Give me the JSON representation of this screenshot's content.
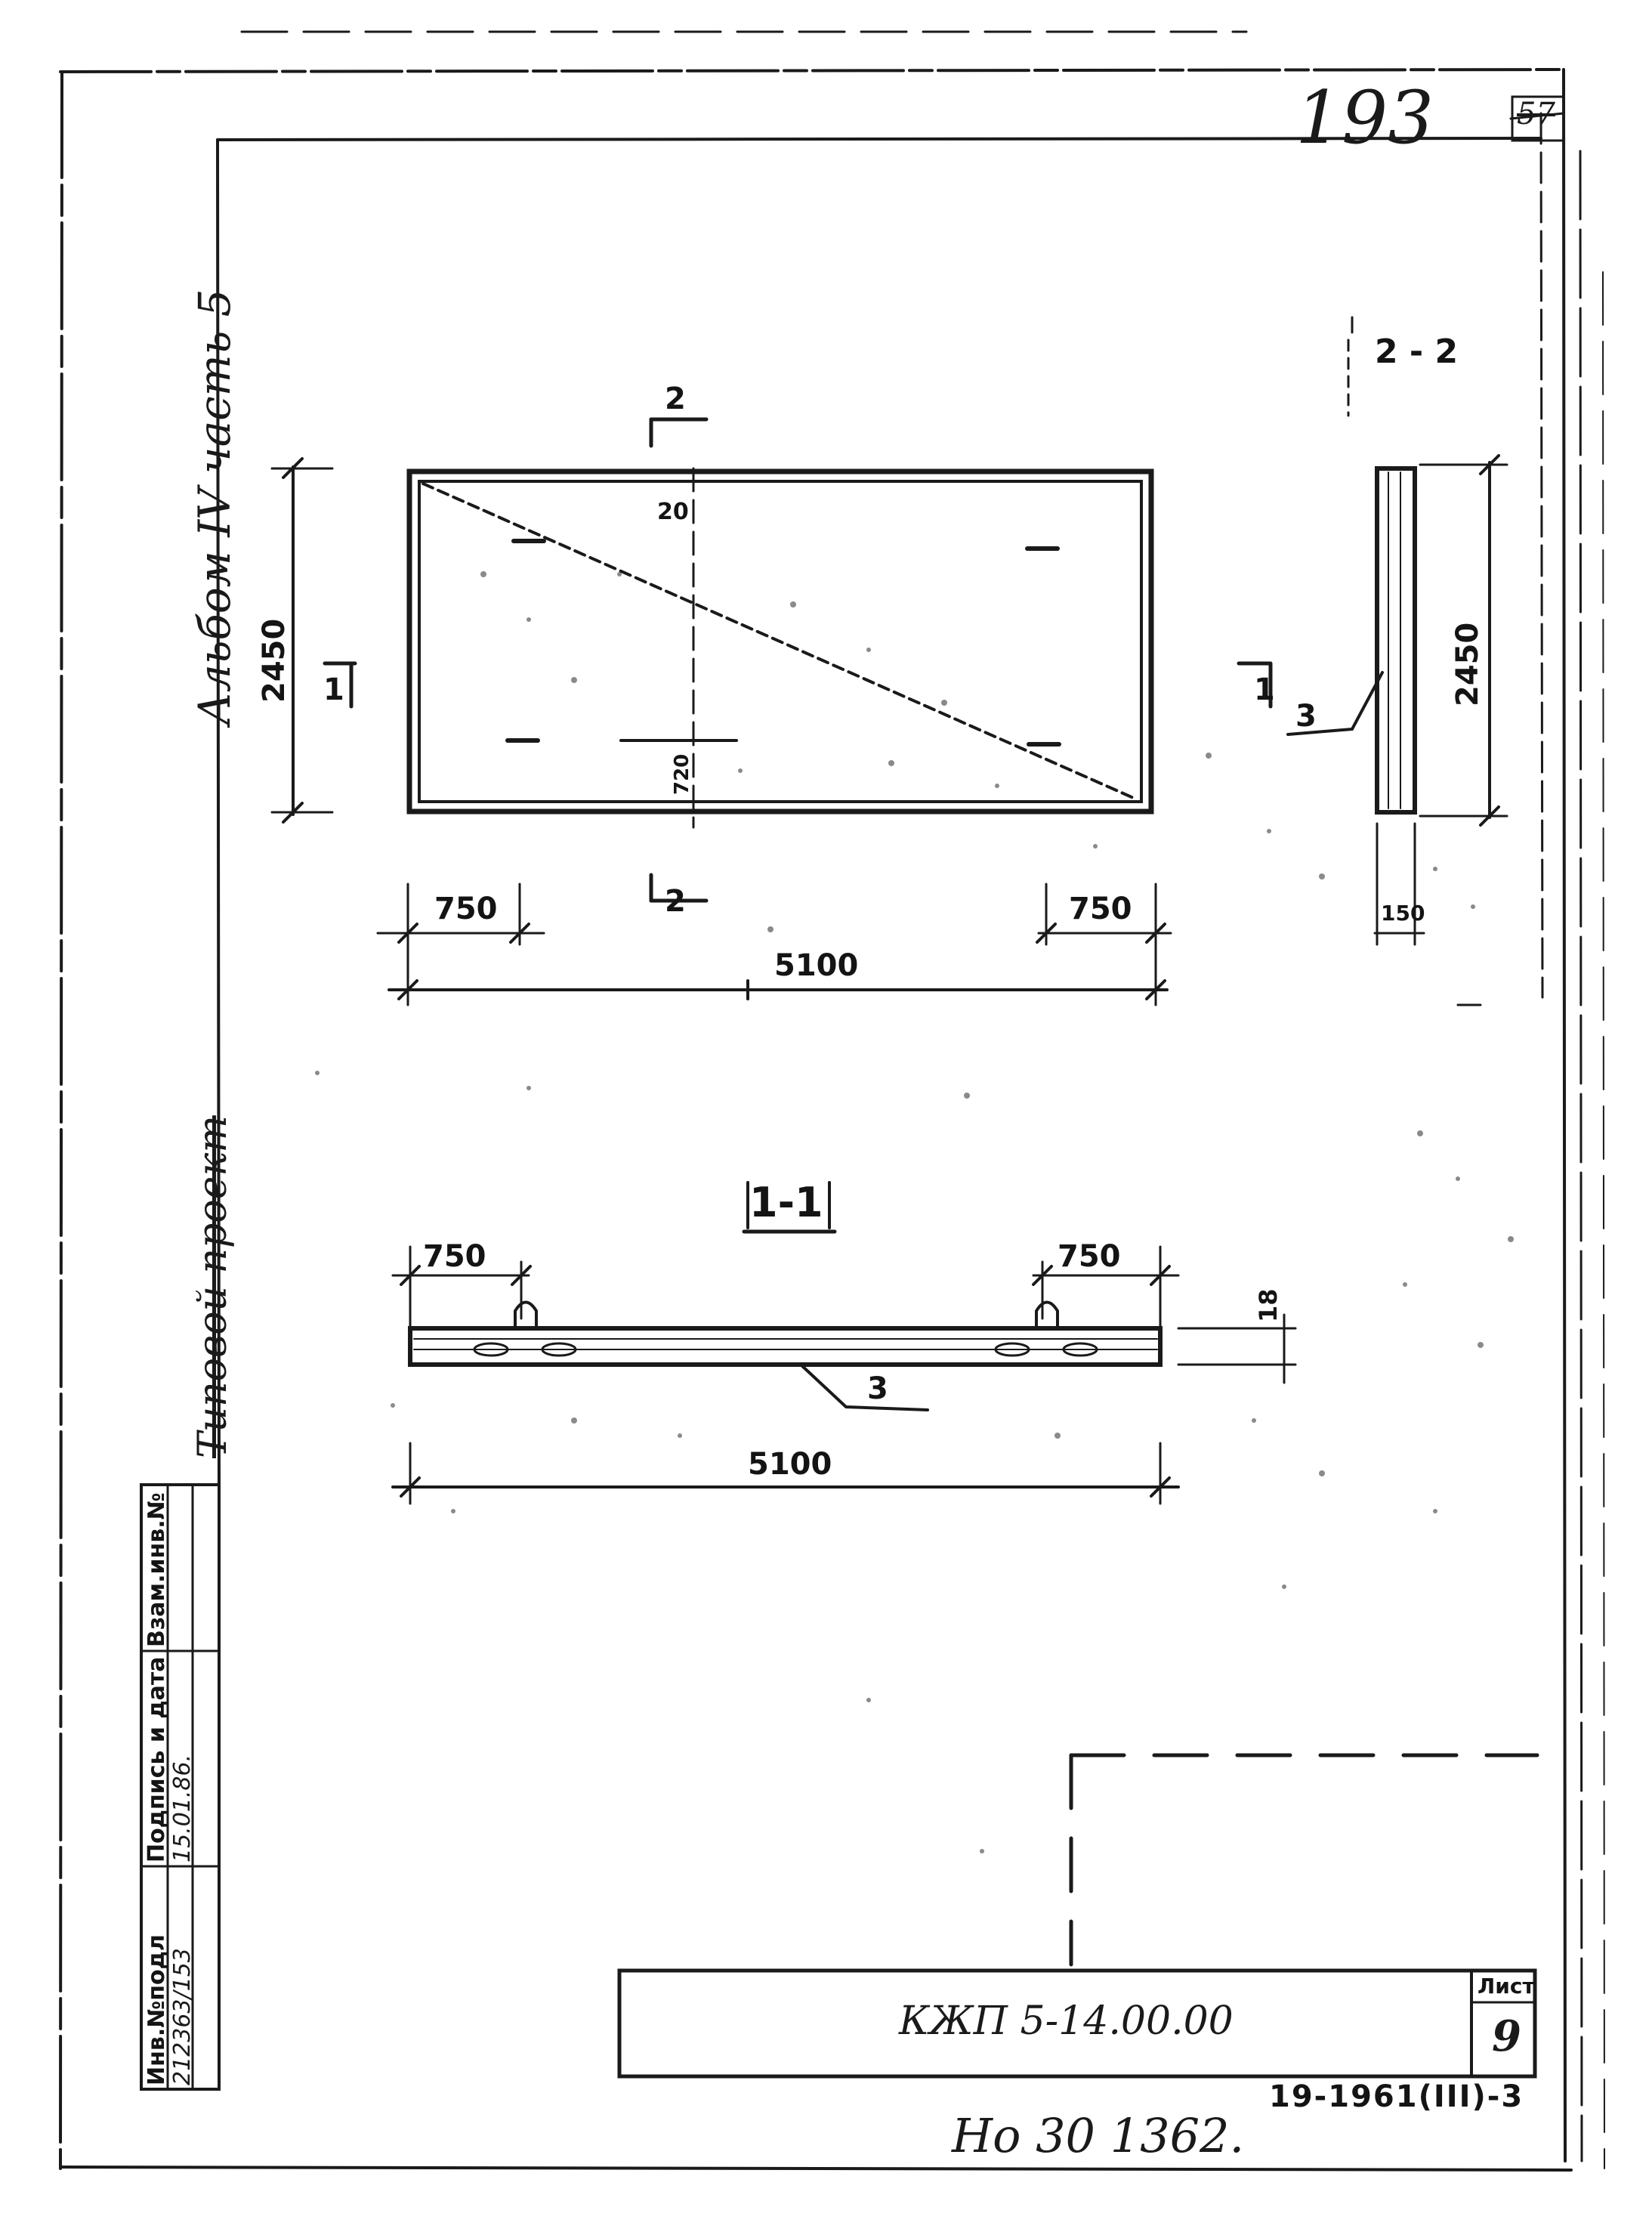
{
  "sheet": {
    "page_number": "193",
    "old_page_number": "57",
    "album_note": "Альбом IV часть 5",
    "project_note": "Типовой проект",
    "bottom_note": "Но 30 1362.",
    "code": "КЖП 5-14.00.00",
    "sheet_label": "Лист",
    "sheet_number": "9",
    "series_code": "19-1961(III)-3"
  },
  "stamp": {
    "inv_label": "Инв.№подл",
    "sign_label": "Подпись и дата",
    "replace_label": "Взам.инв.№",
    "inv_value": "212363/153",
    "sign_value": "15.01.86."
  },
  "plan_view": {
    "section_mark_top": "2",
    "section_mark_bottom": "2",
    "section_mark_side": "1",
    "height_dim": "2450",
    "inner_dim_top": "20",
    "inner_dim_bottom": "720",
    "left_offset": "750",
    "right_offset": "750",
    "total_length": "5100"
  },
  "section_2_2": {
    "title": "2 - 2",
    "height_dim": "2450",
    "thickness": "150",
    "callout": "3"
  },
  "section_1_1": {
    "title": "1-1",
    "left_offset": "750",
    "right_offset": "750",
    "total_length": "5100",
    "callout": "3",
    "side_dim": "18"
  }
}
